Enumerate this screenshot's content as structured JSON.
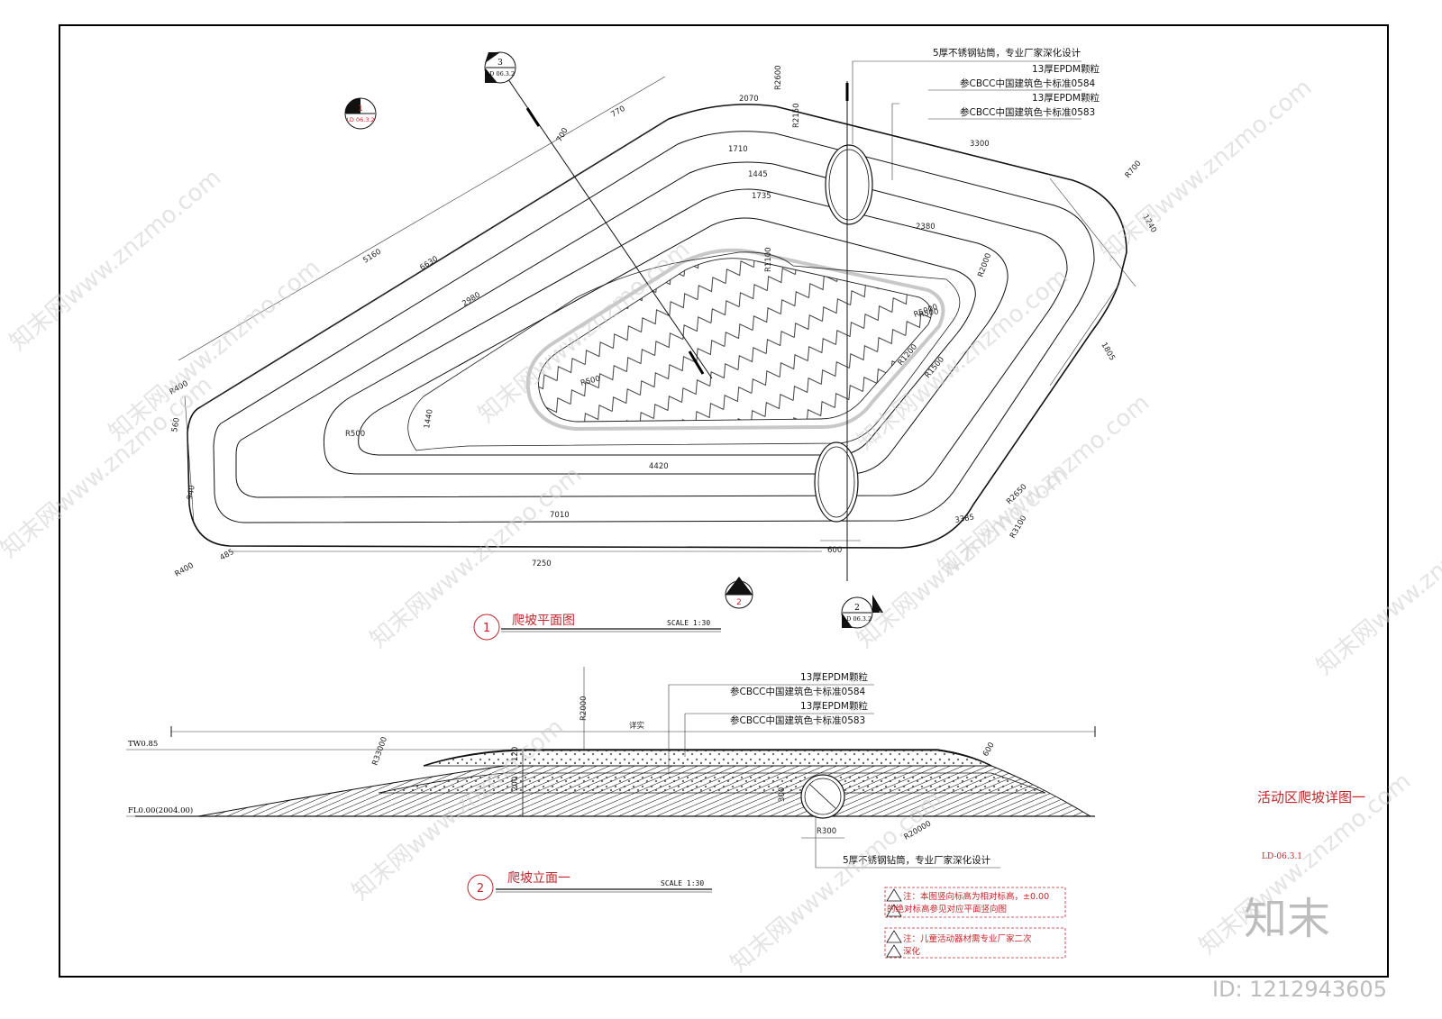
{
  "plan": {
    "title": "爬坡平面图",
    "number": "1",
    "scale": "SCALE 1:30",
    "callouts": [
      "5厚不锈钢钻筒，专业厂家深化设计",
      "13厚EPDM颗粒",
      "参CBCC中国建筑色卡标准0584",
      "13厚EPDM颗粒",
      "参CBCC中国建筑色卡标准0583"
    ],
    "section_marks": [
      {
        "num": "1",
        "ref": "LD 06.3.2"
      },
      {
        "num": "3",
        "ref": "LD 06.3.2"
      },
      {
        "num": "2",
        "ref": "LD 06.3.2"
      },
      {
        "num": "2",
        "ref": ""
      }
    ],
    "dimensions": [
      "2070",
      "770",
      "700",
      "R2600",
      "R2150",
      "3300",
      "R700",
      "1240",
      "5160",
      "6630",
      "2980",
      "1710",
      "1445",
      "1735",
      "2380",
      "R1100",
      "R500",
      "R500",
      "R500",
      "R400",
      "560",
      "940",
      "R400",
      "485",
      "7250",
      "7010",
      "4420",
      "1440",
      "600",
      "3385",
      "R3100",
      "R2650",
      "1805",
      "R5000",
      "R2000",
      "R1200",
      "R1500"
    ]
  },
  "elevation": {
    "title": "爬坡立面一",
    "number": "2",
    "scale": "SCALE 1:30",
    "callouts": [
      "13厚EPDM颗粒",
      "参CBCC中国建筑色卡标准0584",
      "13厚EPDM颗粒",
      "参CBCC中国建筑色卡标准0583"
    ],
    "bottom_callout": "5厚不锈钢钻筒，专业厂家深化设计",
    "levels": {
      "top": "TW0.85",
      "floor": "FL0.00(2004.00)"
    },
    "dimensions": [
      "R2000",
      "详实",
      "R33000",
      "R20000",
      "R300",
      "600",
      "120",
      "200",
      "300"
    ]
  },
  "sheet": {
    "title": "活动区爬坡详图一",
    "code": "LD-06.3.1"
  },
  "notes": [
    {
      "line1": "注：本图竖向标高为相对标高，±0.00",
      "line2": "的绝对标高参见对应平面竖向图"
    },
    {
      "line1": "注：儿童活动器材需专业厂家二次",
      "line2": "深化"
    }
  ],
  "watermark": {
    "brand": "知末",
    "id": "ID: 1212943605",
    "repeat_text": "知末网www.znzmo.com"
  },
  "colors": {
    "accent_red": "#c0262b",
    "line": "#111111",
    "watermark": "#bdbdbd"
  }
}
